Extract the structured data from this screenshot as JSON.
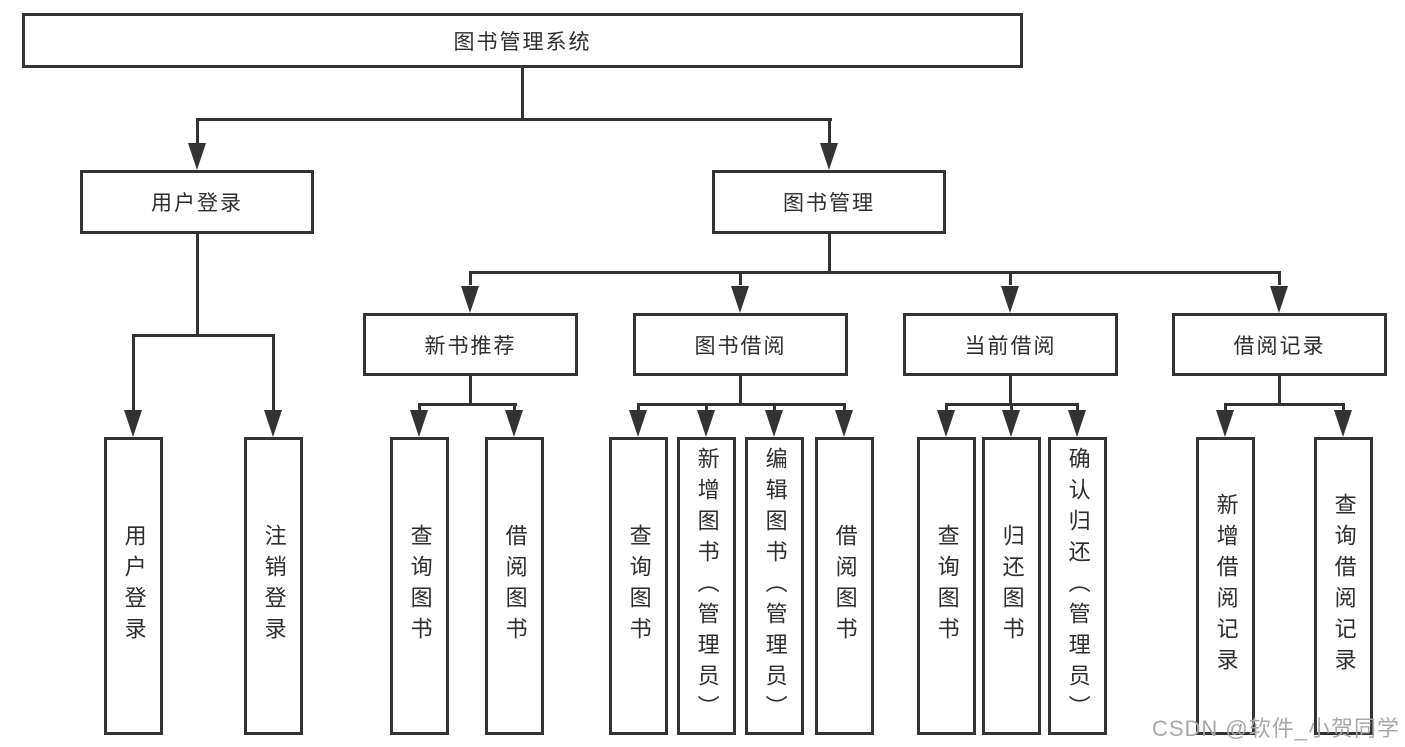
{
  "colors": {
    "line": "#333333",
    "text": "#2d2d2d",
    "background": "#ffffff",
    "watermark": "#a8a8a8"
  },
  "watermark": "CSDN @软件_小贺同学",
  "tree": {
    "root": {
      "label": "图书管理系统"
    },
    "level2": [
      {
        "label": "用户登录",
        "parent": "图书管理系统"
      },
      {
        "label": "图书管理",
        "parent": "图书管理系统"
      }
    ],
    "level3": [
      {
        "label": "新书推荐",
        "parent": "图书管理"
      },
      {
        "label": "图书借阅",
        "parent": "图书管理"
      },
      {
        "label": "当前借阅",
        "parent": "图书管理"
      },
      {
        "label": "借阅记录",
        "parent": "图书管理"
      }
    ],
    "leaves": [
      {
        "label": "用户登录",
        "parent": "用户登录"
      },
      {
        "label": "注销登录",
        "parent": "用户登录"
      },
      {
        "label": "查询图书",
        "parent": "新书推荐"
      },
      {
        "label": "借阅图书",
        "parent": "新书推荐"
      },
      {
        "label": "查询图书",
        "parent": "图书借阅"
      },
      {
        "label": "新增图书（管理员）",
        "parent": "图书借阅"
      },
      {
        "label": "编辑图书（管理员）",
        "parent": "图书借阅"
      },
      {
        "label": "借阅图书",
        "parent": "图书借阅"
      },
      {
        "label": "查询图书",
        "parent": "当前借阅"
      },
      {
        "label": "归还图书",
        "parent": "当前借阅"
      },
      {
        "label": "确认归还（管理员）",
        "parent": "当前借阅"
      },
      {
        "label": "新增借阅记录",
        "parent": "借阅记录"
      },
      {
        "label": "查询借阅记录",
        "parent": "借阅记录"
      }
    ]
  }
}
